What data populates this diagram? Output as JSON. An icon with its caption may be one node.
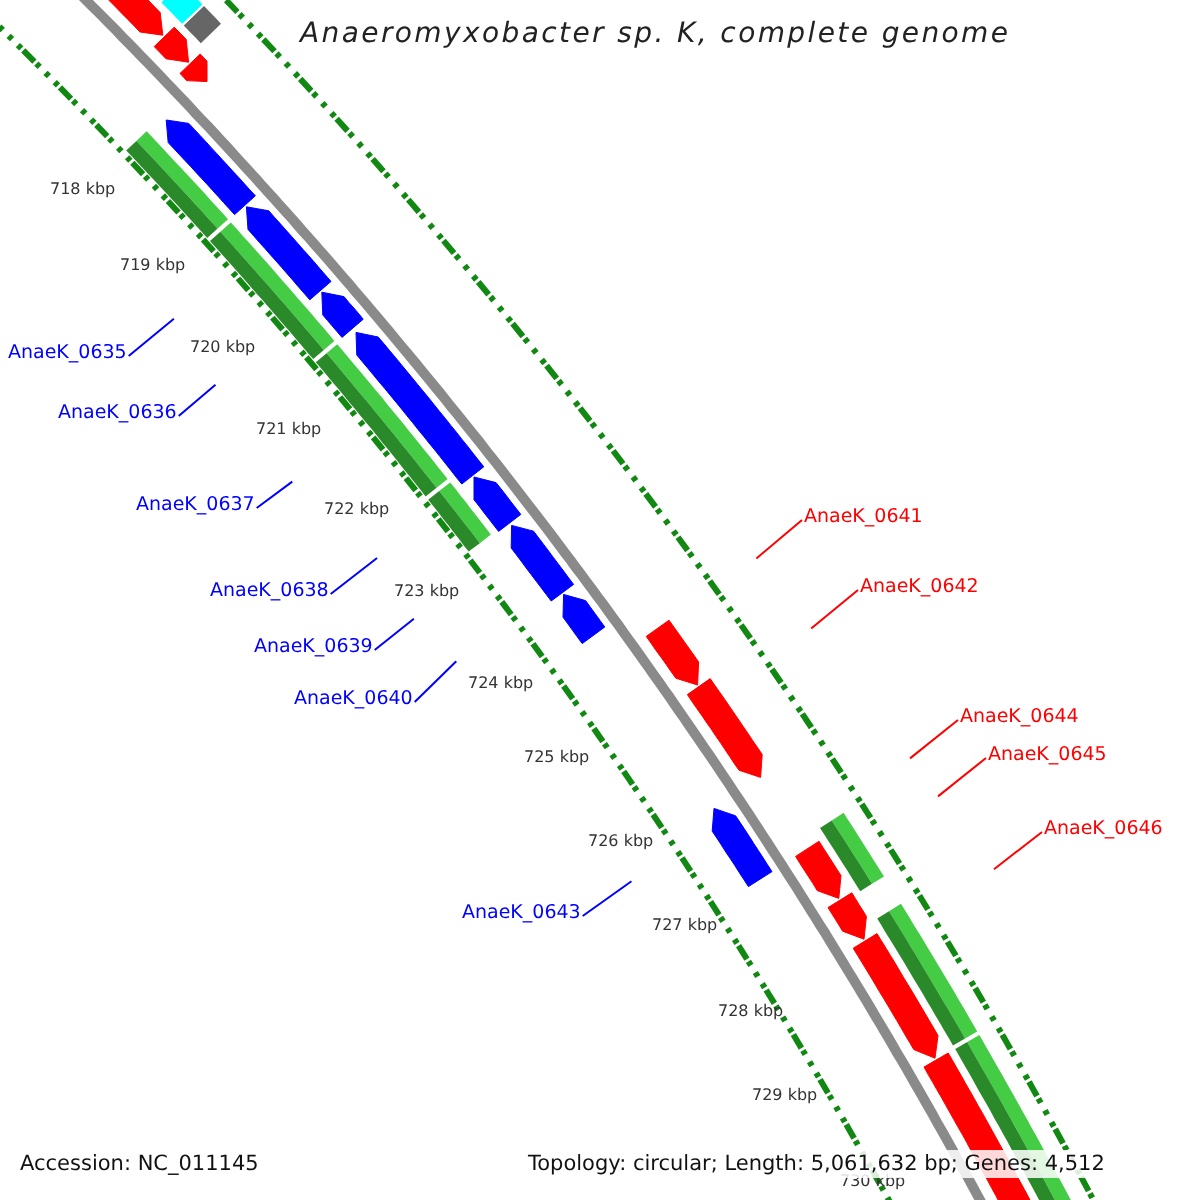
{
  "diagram": {
    "title": "Anaeromyxobacter sp. K, complete genome",
    "nodes": [
      {
        "text": [
          "AnaeK_0635"
        ]
      },
      {
        "text": [
          "AnaeK_0636"
        ]
      },
      {
        "text": [
          "AnaeK_0637"
        ]
      },
      {
        "text": [
          "AnaeK_0641"
        ]
      },
      {
        "text": [
          "AnaeK_0642"
        ]
      },
      {
        "text": [
          "AnaeK_0638"
        ]
      },
      {
        "text": [
          "AnaeK_0639"
        ]
      },
      {
        "text": [
          "AnaeK_0640"
        ]
      },
      {
        "text": [
          "AnaeK_0644"
        ]
      },
      {
        "text": [
          "AnaeK_0645"
        ]
      },
      {
        "text": [
          "AnaeK_0646"
        ]
      },
      {
        "text": [
          "AnaeK_0643"
        ]
      }
    ],
    "edges": [
      {
        "from": 0,
        "to": null,
        "arrow": "none"
      },
      {
        "from": 1,
        "to": null,
        "arrow": "none"
      },
      {
        "from": 2,
        "to": null,
        "arrow": "none"
      },
      {
        "from": 3,
        "to": null,
        "arrow": "none",
        "color": "#ff0000"
      },
      {
        "from": 4,
        "to": null,
        "arrow": "none",
        "color": "#ff0000"
      },
      {
        "from": 5,
        "to": null,
        "arrow": "none"
      },
      {
        "from": 6,
        "to": null,
        "arrow": "none"
      },
      {
        "from": 7,
        "to": null,
        "arrow": "none"
      },
      {
        "from": 8,
        "to": null,
        "arrow": "none",
        "color": "#ff0000"
      },
      {
        "from": 9,
        "to": null,
        "arrow": "none",
        "color": "#ff0000"
      },
      {
        "from": 10,
        "to": null,
        "arrow": "none",
        "color": "#ff0000"
      },
      {
        "from": 11,
        "to": null,
        "arrow": "none"
      }
    ],
    "labels": [
      "718 kbp",
      "719 kbp",
      "720 kbp",
      "721 kbp",
      "722 kbp",
      "723 kbp",
      "724 kbp",
      "725 kbp",
      "726 kbp",
      "727 kbp",
      "728 kbp",
      "729 kbp",
      "730 kbp",
      "Accession: NC_011145",
      "Topology: circular; Length: 5,061,632 bp; Genes: 4,512"
    ]
  }
}
